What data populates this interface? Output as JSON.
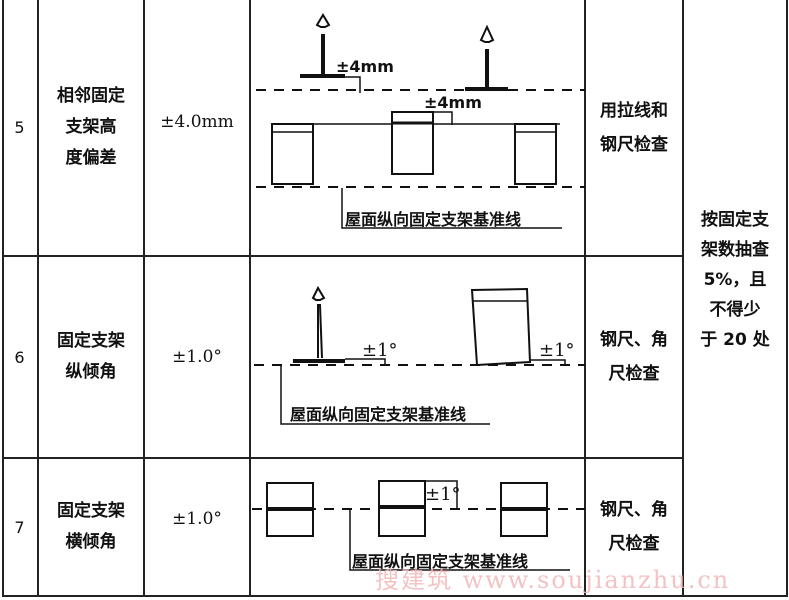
{
  "rows": [
    {
      "no": "5",
      "item": [
        "相邻固定",
        "支架高",
        "度偏差"
      ],
      "tolerance": "±4.0mm",
      "method": [
        "用拉线和",
        "钢尺检查"
      ],
      "diagram": {
        "labels": [
          "±4mm",
          "±4mm"
        ],
        "baseline_label": "屋面纵向固定支架基准线"
      }
    },
    {
      "no": "6",
      "item": [
        "固定支架",
        "纵倾角"
      ],
      "tolerance": "±1.0°",
      "method": [
        "钢尺、角",
        "尺检查"
      ],
      "diagram": {
        "labels": [
          "±1°",
          "±1°"
        ],
        "baseline_label": "屋面纵向固定支架基准线"
      }
    },
    {
      "no": "7",
      "item": [
        "固定支架",
        "横倾角"
      ],
      "tolerance": "±1.0°",
      "method": [
        "钢尺、角",
        "尺检查"
      ],
      "diagram": {
        "labels": [
          "±1°"
        ],
        "baseline_label": "屋面纵向固定支架基准线"
      }
    }
  ],
  "sampling": [
    "按固定支",
    "架数抽查",
    "5%，且",
    "不得少",
    "于 20 处"
  ],
  "watermark": "搜建筑 www.soujianzhu.cn"
}
